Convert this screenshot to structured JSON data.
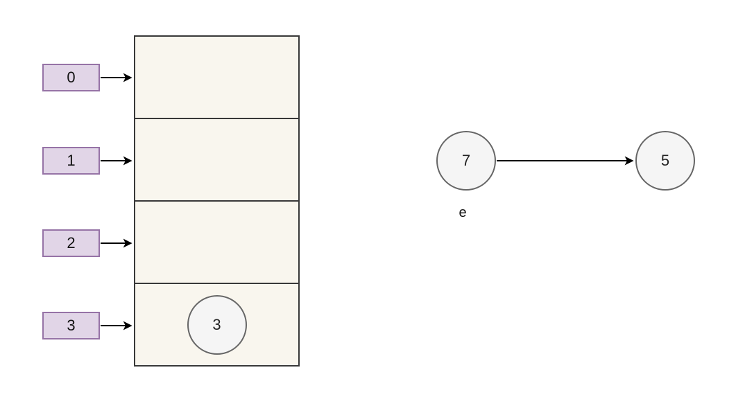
{
  "diagram_type": "hash-table-and-graph-edge",
  "colors": {
    "background": "#ffffff",
    "index_box_fill": "#e1d5e7",
    "index_box_border": "#9673a6",
    "bucket_fill": "#f9f6ee",
    "bucket_border": "#383838",
    "node_fill": "#f5f5f5",
    "node_border": "#666666",
    "arrow": "#000000",
    "text": "#111111"
  },
  "hash_table": {
    "indices": [
      "0",
      "1",
      "2",
      "3"
    ],
    "buckets": [
      {
        "items": []
      },
      {
        "items": []
      },
      {
        "items": []
      },
      {
        "items": [
          "3"
        ]
      }
    ]
  },
  "graph": {
    "source_node": "7",
    "target_node": "5",
    "edge_label": "e"
  }
}
